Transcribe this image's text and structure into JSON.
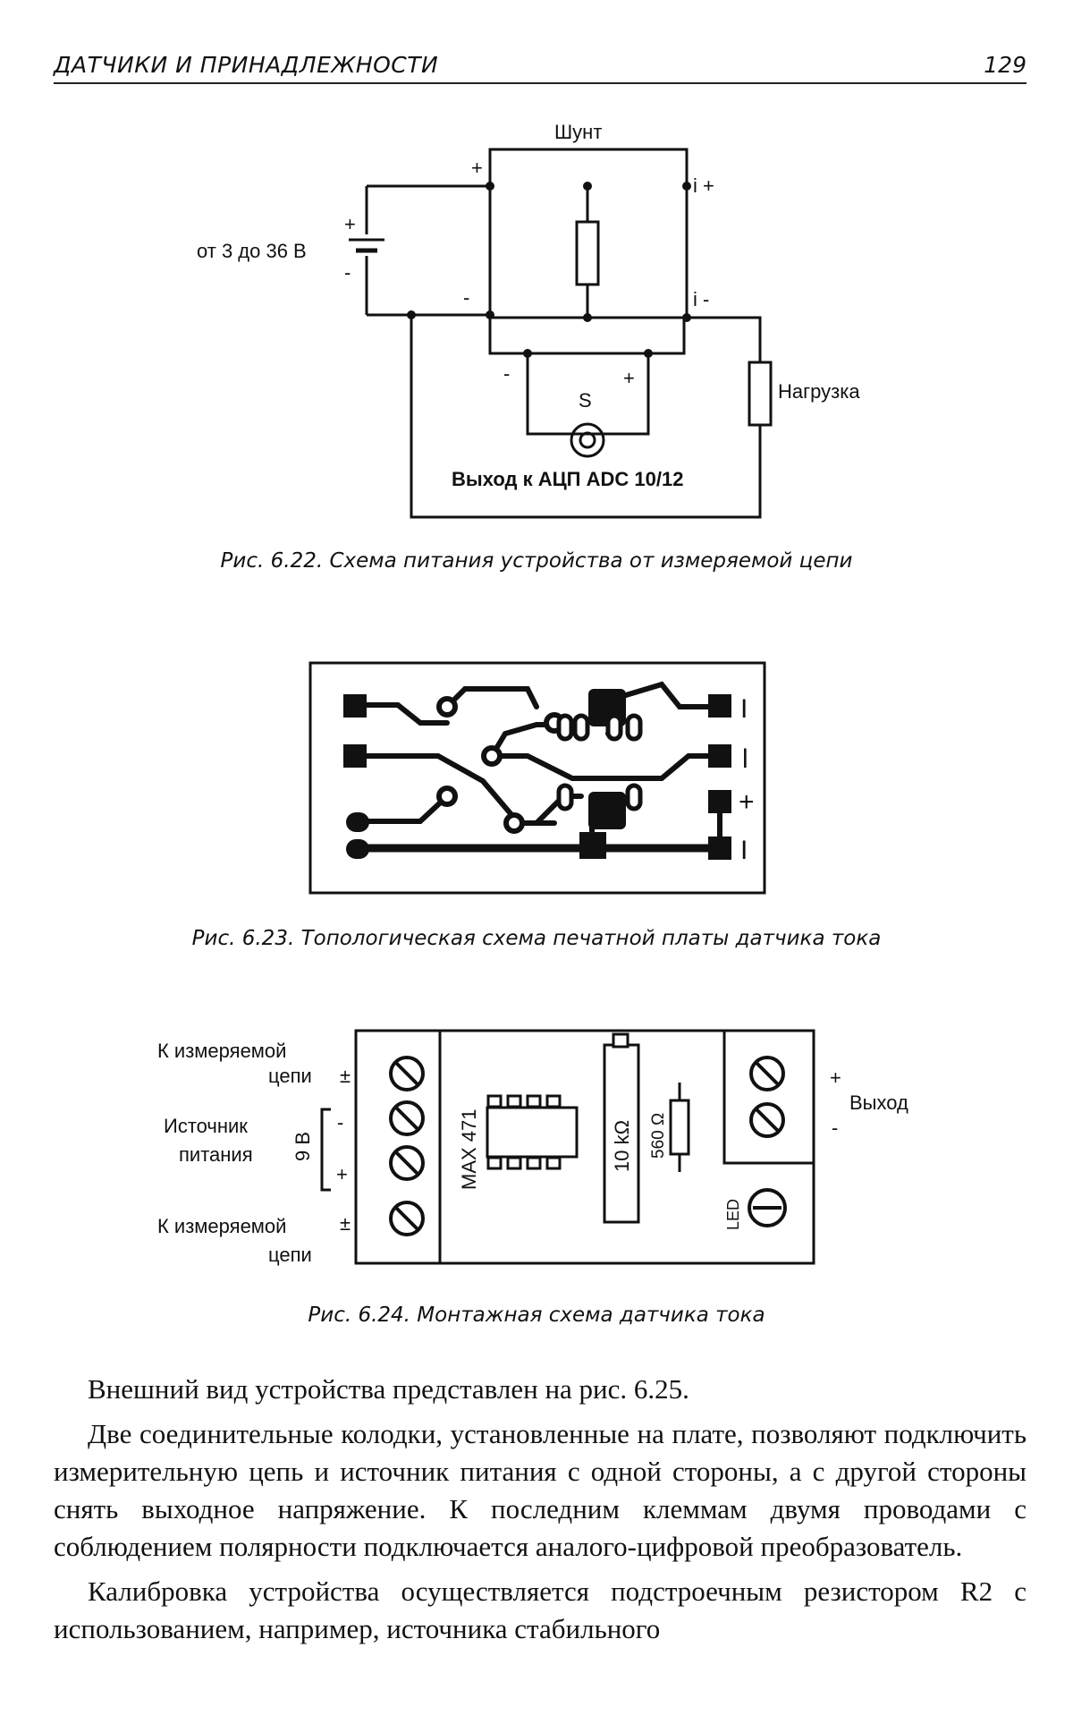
{
  "header": {
    "title": "ДАТЧИКИ И ПРИНАДЛЕЖНОСТИ",
    "page_number": "129"
  },
  "fig622": {
    "shunt_label": "Шунт",
    "source_label": "от 3 до 36 В",
    "i_plus": "i +",
    "i_minus": "i -",
    "load_label": "Нагрузка",
    "s_label": "S",
    "output_label": "Выход к АЦП ADC 10/12",
    "plus": "+",
    "minus": "-",
    "caption": "Рис. 6.22. Схема питания устройства от измеряемой цепи"
  },
  "fig623": {
    "pin_labels": [
      "I",
      "l",
      "+",
      "I"
    ],
    "caption": "Рис. 6.23. Топологическая схема печатной платы датчика тока"
  },
  "fig624": {
    "meas_label_line1": "К измеряемой",
    "meas_label_line2": "цепи",
    "meas_sign_top": "±",
    "power_label_line1": "Источник",
    "power_label_line2": "питания",
    "voltage": "9 В",
    "minus": "-",
    "plus": "+",
    "meas_sign_bottom": "±",
    "chip_label": "MAX 471",
    "res1_label": "10 kΩ",
    "res2_label": "560 Ω",
    "led_label": "LED",
    "output_label": "Выход",
    "out_plus": "+",
    "out_minus": "-",
    "caption": "Рис. 6.24. Монтажная схема датчика тока"
  },
  "body": {
    "p1": "Внешний вид устройства представлен на рис. 6.25.",
    "p2": "Две соединительные колодки, установленные на плате, позволяют подключить измерительную цепь и источник питания с одной стороны, а с другой стороны снять выходное напряжение. К последним клеммам двумя проводами с соблюдением полярности подключается аналого-цифровой преобразователь.",
    "p3": "Калибровка устройства осуществляется подстроечным резистором R2 с использованием, например, источника стабильного"
  }
}
